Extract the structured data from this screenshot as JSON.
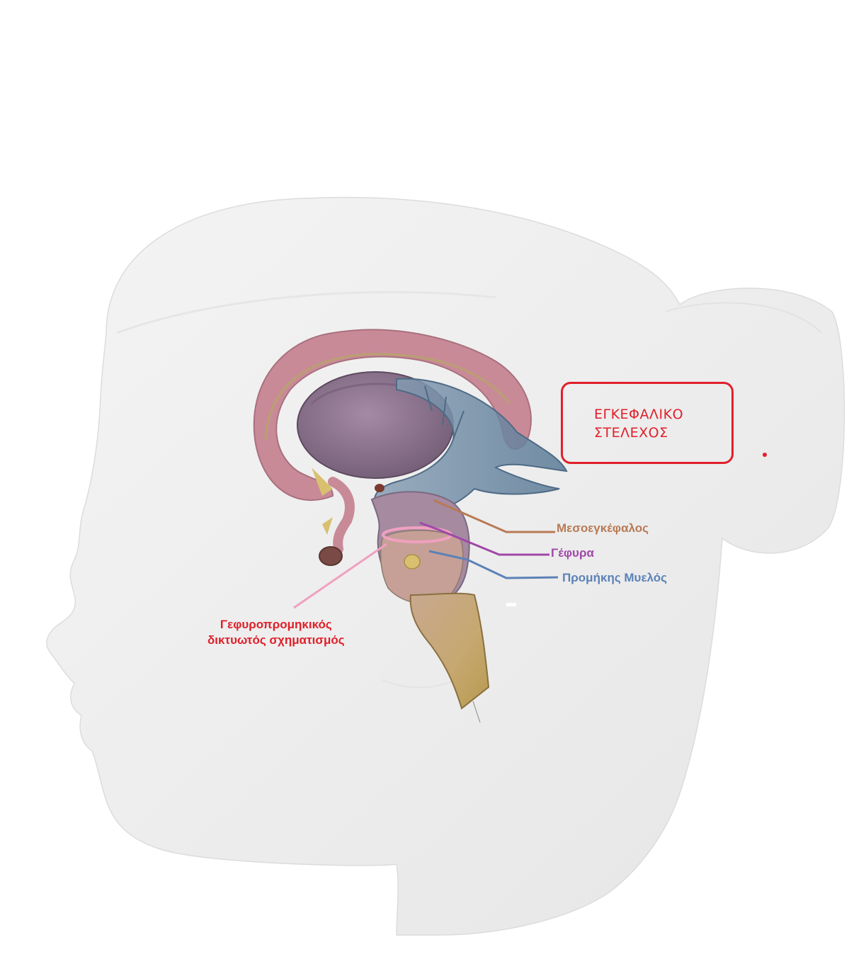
{
  "title_box": {
    "line1": "ΕΓΚΕΦΑΛΙΚΟ",
    "line2": "ΣΤΕΛΕΧΟΣ",
    "color": "#e0202a"
  },
  "labels": {
    "midbrain": {
      "text": "Μεσοεγκέφαλος",
      "color": "#b87a55"
    },
    "pons": {
      "text": "Γέφυρα",
      "color": "#a048a8"
    },
    "medulla": {
      "text": "Προμήκης Μυελός",
      "color": "#5b82b8"
    },
    "reticular": {
      "line1": "Γεφυροπρομηκικός",
      "line2": "δικτυωτός σχηματισμός",
      "color": "#e0202a"
    }
  },
  "colors": {
    "head": "#eeeeee",
    "cortex": "#c98a98",
    "thalamus": "#8f7590",
    "ventricle": "#6a8aa8",
    "spinal_cord": "#c8ac6a",
    "ring": "#f0a0c0"
  }
}
